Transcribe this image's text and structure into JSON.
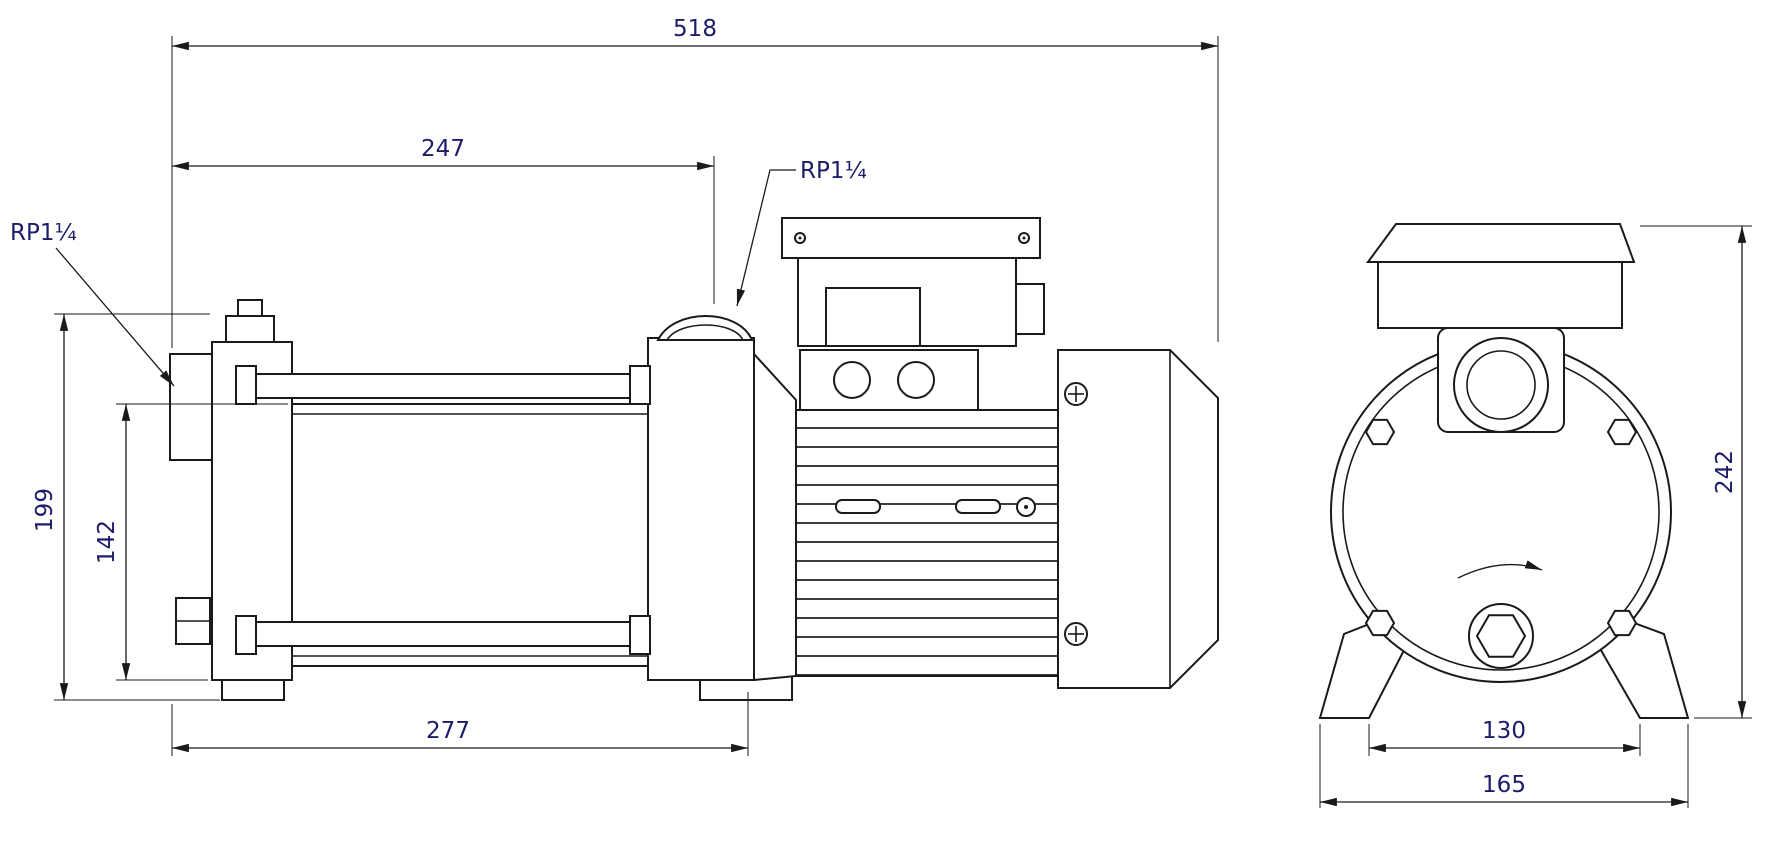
{
  "colors": {
    "line": "#1a1a1a",
    "dimension_text": "#1c1c6b",
    "background": "#ffffff"
  },
  "side_view": {
    "dimensions": {
      "overall_length": "518",
      "pump_length": "247",
      "base_length": "277",
      "overall_height": "199",
      "casing_height": "142"
    },
    "ports": {
      "suction": "RP1¼",
      "discharge": "RP1¼"
    }
  },
  "front_view": {
    "dimensions": {
      "overall_height": "242",
      "foot_spacing_inner": "130",
      "foot_width_outer": "165"
    }
  }
}
